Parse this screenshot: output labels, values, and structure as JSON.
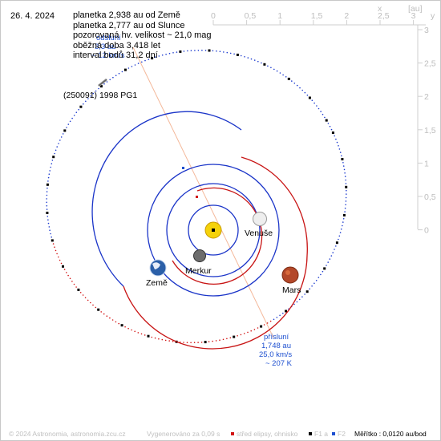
{
  "date": "26. 4. 2024",
  "info_lines": [
    "planetka 2,938 au od Země",
    "planetka 2,777 au od Slunce",
    "pozorovaná hv. velikost ~ 21,0 mag",
    "oběžná doba 3,418 let",
    "interval bodů 31,2 dní"
  ],
  "aphelion_note": [
    "odsluní",
    "3,3 au",
    "~ 12 km/s"
  ],
  "object_name": "(250091) 1998 PG1",
  "planets": {
    "venus": "Venuše",
    "mercury": "Merkur",
    "earth": "Země",
    "mars": "Mars"
  },
  "perihelion": [
    "přísluní",
    "1,748 au",
    "25,0 km/s",
    "~ 207 K"
  ],
  "x_axis": {
    "unit": "[au]",
    "ticks": [
      "0",
      "0,5",
      "1",
      "1,5",
      "2",
      "2,5",
      "3"
    ],
    "letter": "x"
  },
  "y_axis": {
    "unit": "[au]",
    "ticks": [
      "3",
      "2,5",
      "2",
      "1,5",
      "1",
      "0,5",
      "0"
    ],
    "letter": "y"
  },
  "footer": {
    "copyright": "© 2024 Astronomia, astronomia.zcu.cz",
    "generated": "Vygenerováno za 0,09 s",
    "legend_center": "střed elipsy, ohnisko",
    "legend_f1": "F1 a",
    "legend_f2": "F2",
    "scale": "Měřítko : 0,0120 au/bod"
  },
  "colors": {
    "asteroid_orbit": "#1e3ccf",
    "outer_orbit_far": "#d21414",
    "planet_orbit_blue": "#1a34c8",
    "planet_orbit_red": "#c81414",
    "apsis_line": "#f4b89a",
    "sun": "#f5d20a"
  }
}
